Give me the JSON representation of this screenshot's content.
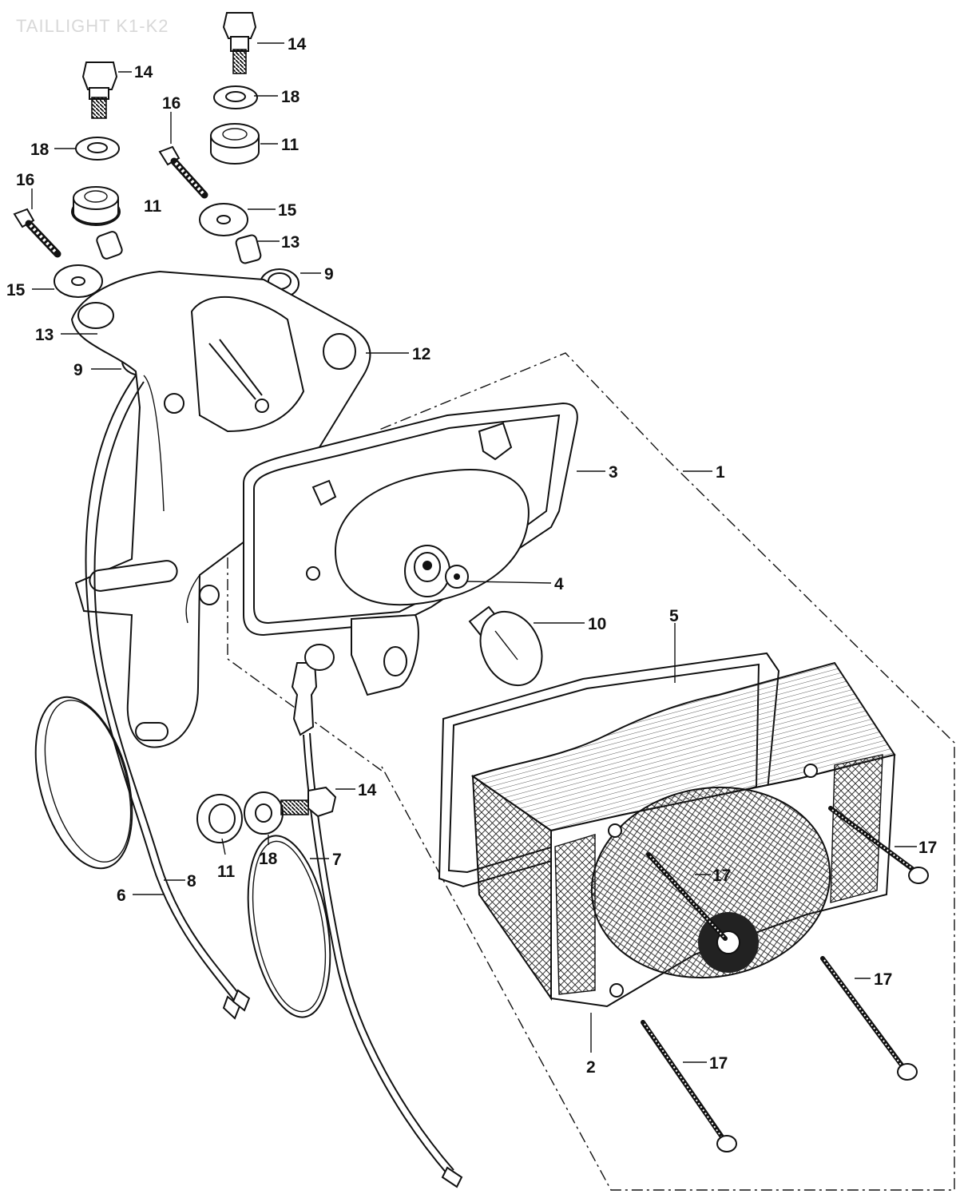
{
  "diagram": {
    "watermark": "TAILLIGHT K1-K2",
    "callouts": [
      {
        "id": "c14a",
        "label": "14"
      },
      {
        "id": "c14b",
        "label": "14"
      },
      {
        "id": "c18a",
        "label": "18"
      },
      {
        "id": "c18b",
        "label": "18"
      },
      {
        "id": "c16a",
        "label": "16"
      },
      {
        "id": "c16b",
        "label": "16"
      },
      {
        "id": "c11a",
        "label": "11"
      },
      {
        "id": "c11b",
        "label": "11"
      },
      {
        "id": "c15a",
        "label": "15"
      },
      {
        "id": "c15b",
        "label": "15"
      },
      {
        "id": "c13a",
        "label": "13"
      },
      {
        "id": "c13b",
        "label": "13"
      },
      {
        "id": "c9a",
        "label": "9"
      },
      {
        "id": "c9b",
        "label": "9"
      },
      {
        "id": "c12",
        "label": "12"
      },
      {
        "id": "c3",
        "label": "3"
      },
      {
        "id": "c1",
        "label": "1"
      },
      {
        "id": "c4",
        "label": "4"
      },
      {
        "id": "c5",
        "label": "5"
      },
      {
        "id": "c10",
        "label": "10"
      },
      {
        "id": "c14c",
        "label": "14"
      },
      {
        "id": "c11c",
        "label": "11"
      },
      {
        "id": "c18c",
        "label": "18"
      },
      {
        "id": "c7",
        "label": "7"
      },
      {
        "id": "c8",
        "label": "8"
      },
      {
        "id": "c6",
        "label": "6"
      },
      {
        "id": "c17a",
        "label": "17"
      },
      {
        "id": "c17b",
        "label": "17"
      },
      {
        "id": "c17c",
        "label": "17"
      },
      {
        "id": "c17d",
        "label": "17"
      },
      {
        "id": "c2",
        "label": "2"
      }
    ]
  }
}
